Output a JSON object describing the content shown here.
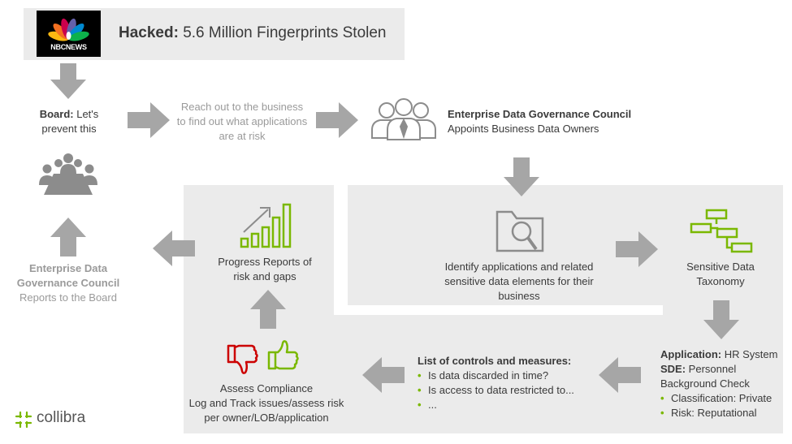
{
  "header": {
    "logo_text": "NBCNEWS",
    "title_bold": "Hacked:",
    "title_rest": " 5.6 Million Fingerprints Stolen"
  },
  "board": {
    "bold": "Board:",
    "rest": " Let's prevent this"
  },
  "reach_out": "Reach out to the business to find out what applications are at risk",
  "council": {
    "title": "Enterprise Data Governance Council",
    "subtitle": "Appoints Business Data Owners"
  },
  "identify": "Identify applications and related sensitive data elements for their business",
  "taxonomy": "Sensitive Data Taxonomy",
  "application": {
    "app_label": "Application:",
    "app_value": " HR System",
    "sde_label": "SDE:",
    "sde_value": " Personnel Background Check",
    "bullets": [
      "Classification: Private",
      "Risk: Reputational"
    ]
  },
  "controls": {
    "title": "List of controls and measures:",
    "bullets": [
      "Is data discarded in time?",
      "Is access to data restricted to...",
      "..."
    ]
  },
  "compliance": {
    "title": "Assess Compliance",
    "detail": "Log and Track issues/assess risk per owner/LOB/application"
  },
  "progress": "Progress Reports of risk and gaps",
  "reports": {
    "title": "Enterprise Data Governance Council",
    "subtitle": "Reports to the Board"
  },
  "brand": "collibra",
  "colors": {
    "arrow": "#a6a6a6",
    "panel": "#ebebeb",
    "green": "#7ab800",
    "red": "#cc0000",
    "icon_grey": "#8c8c8c"
  }
}
